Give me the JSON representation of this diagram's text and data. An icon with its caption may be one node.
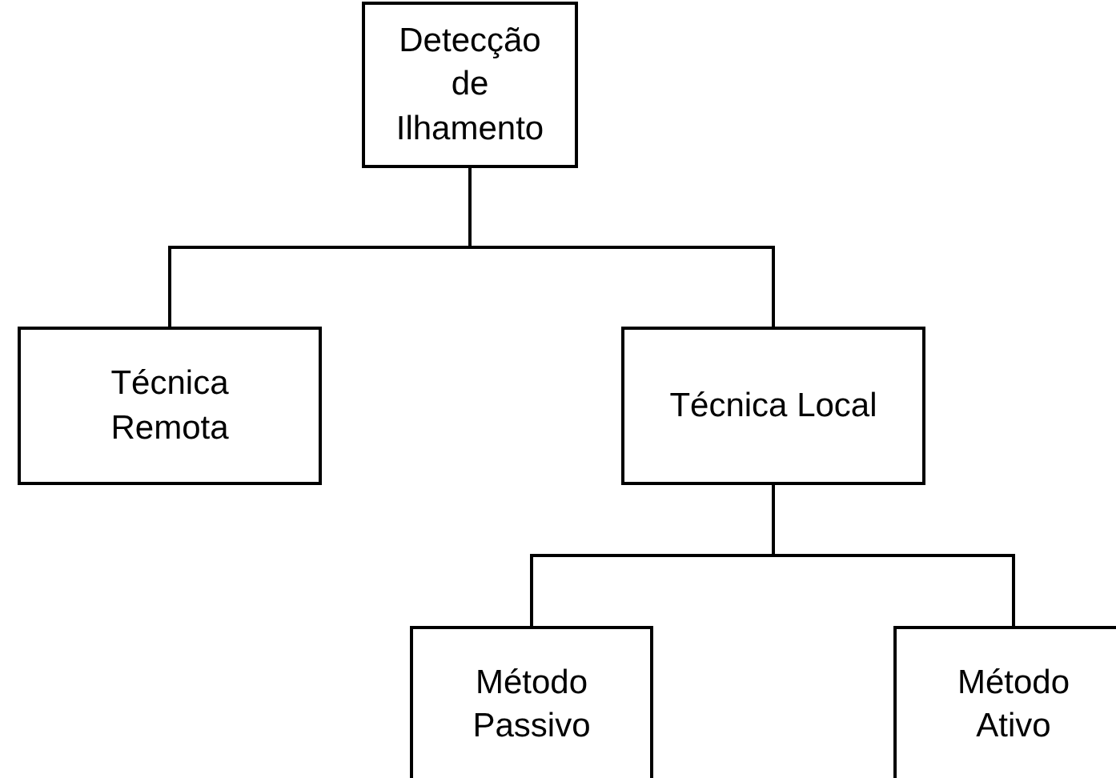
{
  "diagram": {
    "nodes": [
      {
        "text": [
          "Detecção de Ilhamento"
        ]
      },
      {
        "text": [
          "Técnica Remota"
        ]
      },
      {
        "text": [
          "Técnica Local"
        ]
      },
      {
        "text": [
          "Método Passivo"
        ]
      },
      {
        "text": [
          "Método Ativo"
        ]
      }
    ],
    "edges": [
      {
        "from": 0,
        "to": 1,
        "arrow": "none"
      },
      {
        "from": 0,
        "to": 2,
        "arrow": "none"
      },
      {
        "from": 2,
        "to": 3,
        "arrow": "none"
      },
      {
        "from": 2,
        "to": 4,
        "arrow": "none"
      }
    ]
  }
}
